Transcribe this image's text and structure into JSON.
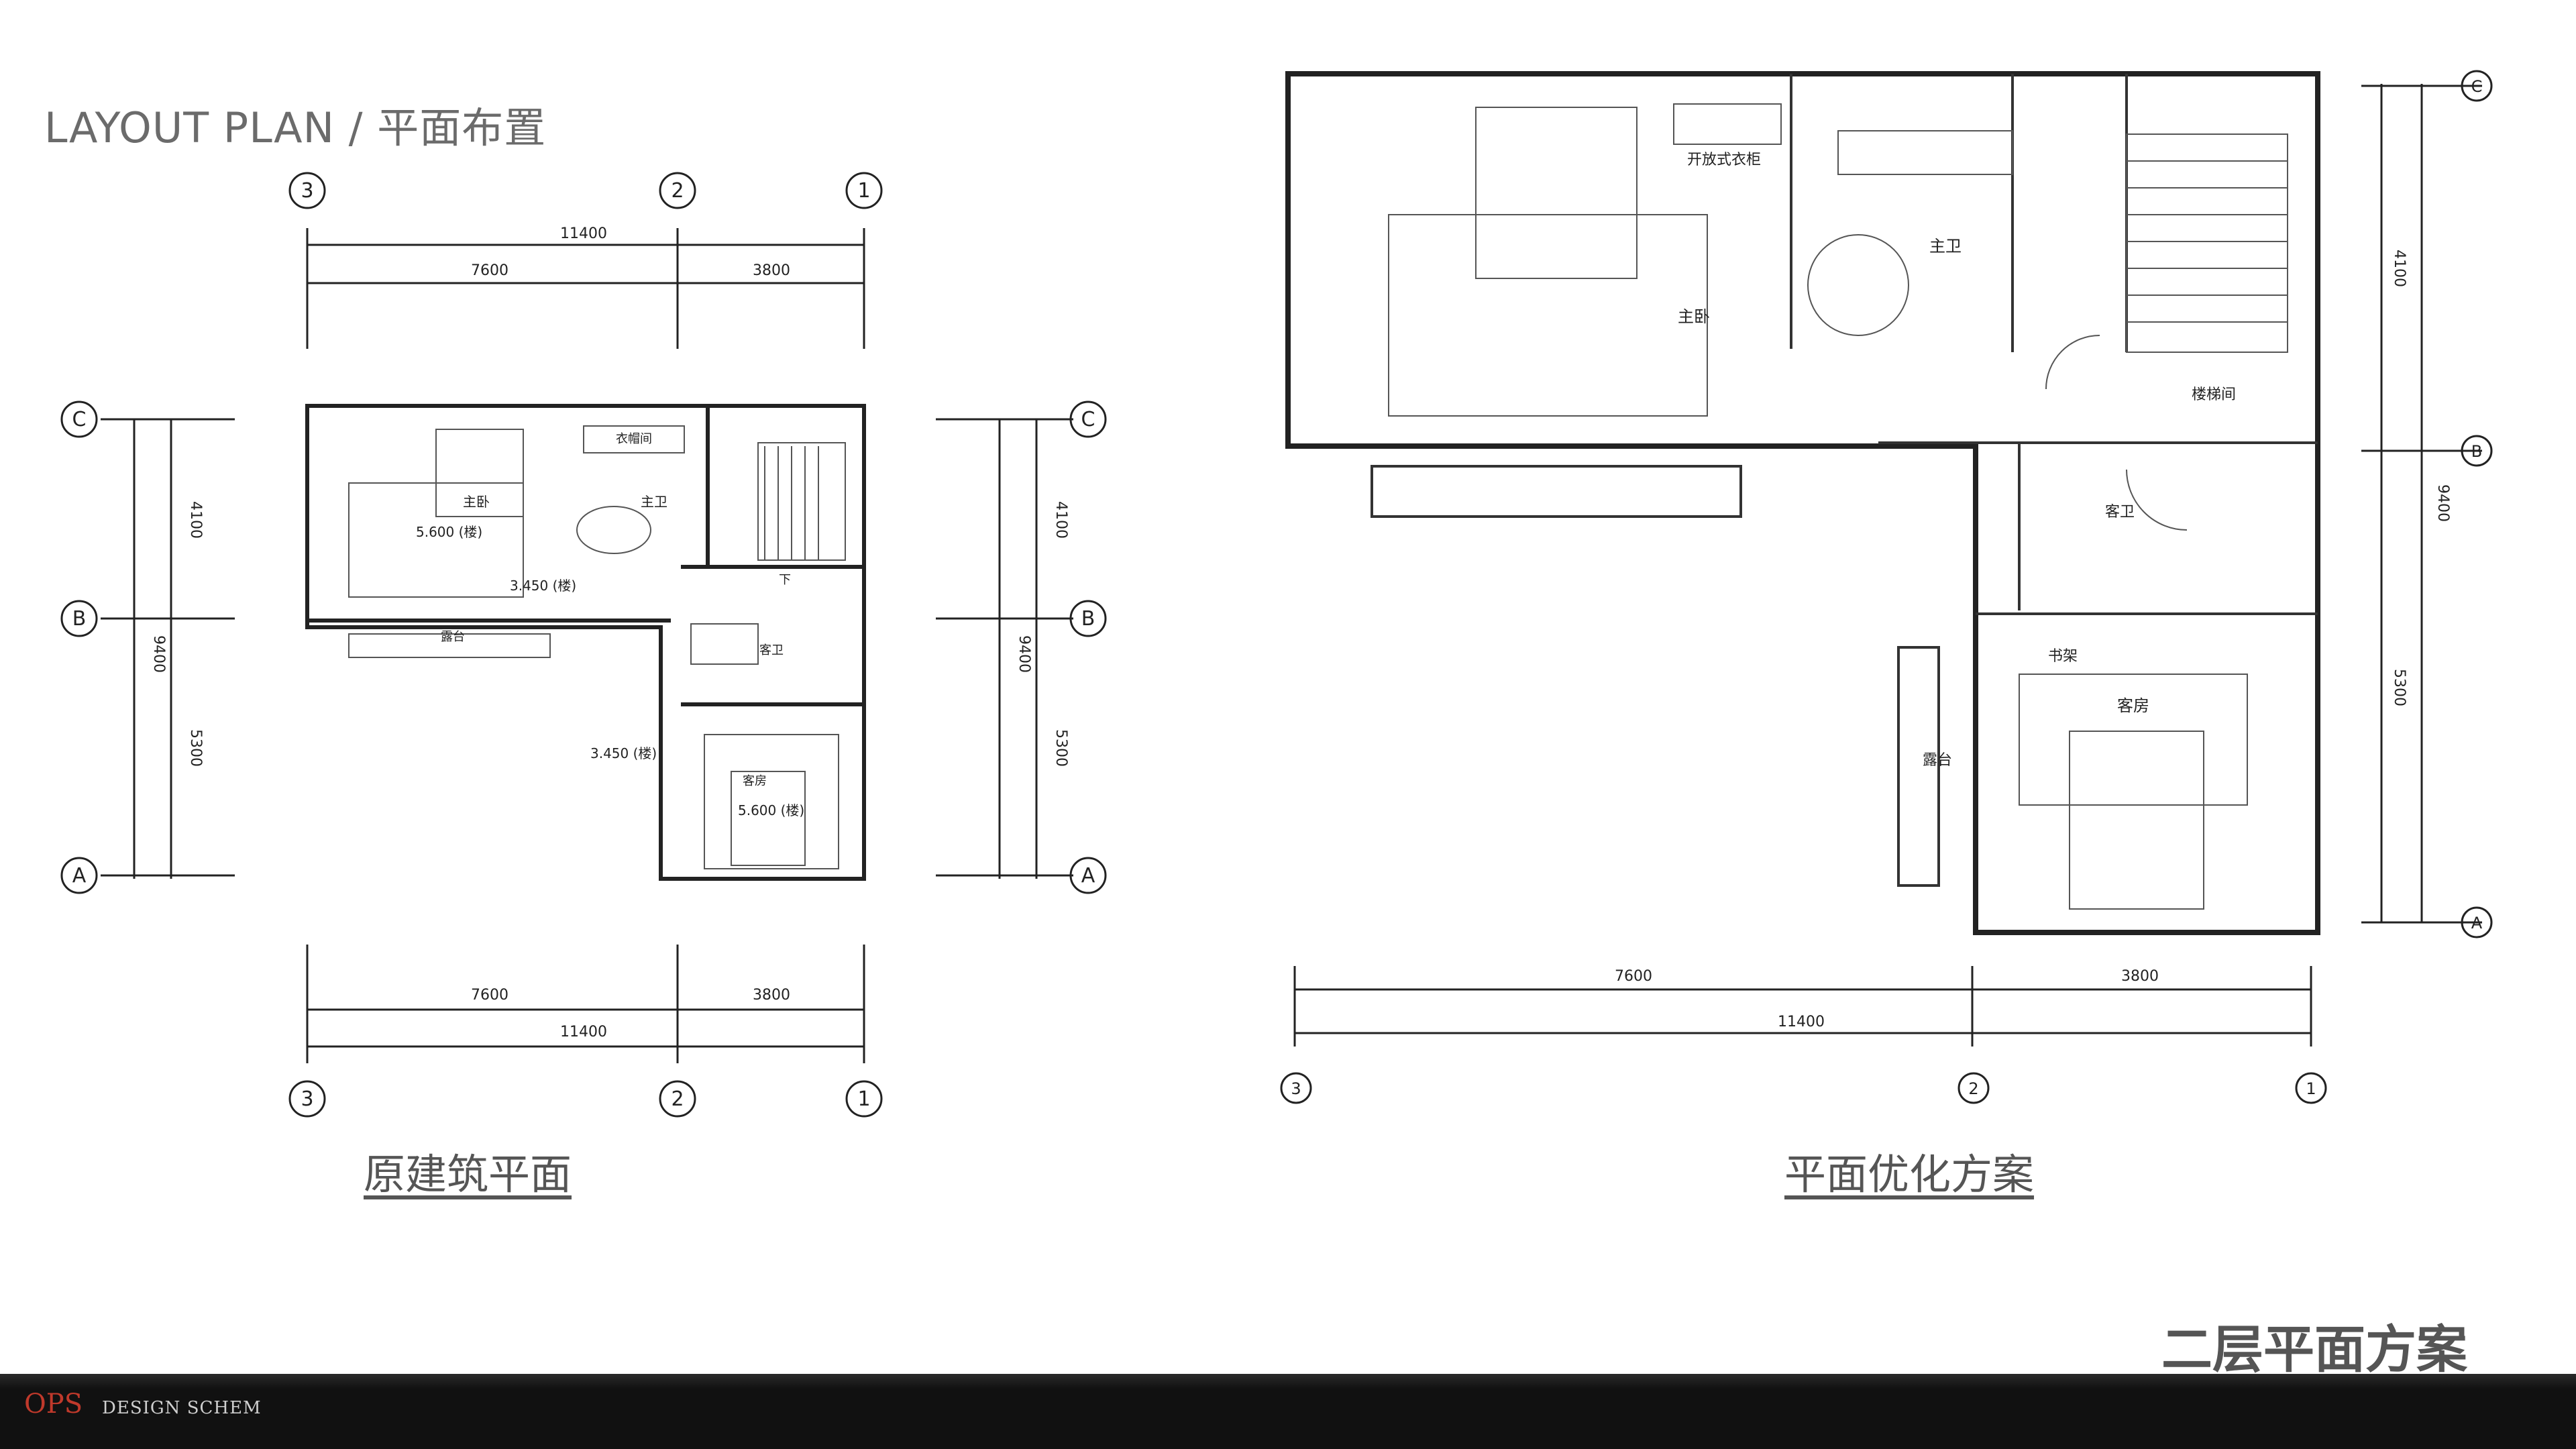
{
  "page": {
    "title": "LAYOUT PLAN / 平面布置",
    "subtitle": "二层平面方案",
    "footer_logo": "OPS",
    "footer_tagline": "DESIGN SCHEM"
  },
  "left_plan": {
    "caption": "原建筑平面",
    "grid_x": [
      "3",
      "2",
      "1"
    ],
    "grid_y": [
      "C",
      "B",
      "A"
    ],
    "dims_top": {
      "total": "11400",
      "a": "7600",
      "b": "3800"
    },
    "dims_bottom": {
      "total": "11400",
      "a": "7600",
      "b": "3800"
    },
    "dims_side": {
      "total": "9400",
      "a": "4100",
      "b": "5300"
    },
    "rooms": {
      "master": "主卧",
      "master_bath": "主卫",
      "closet": "衣帽间",
      "guest": "客房",
      "guest_bath": "客卫",
      "balcony": "露台",
      "stair": "下"
    },
    "levels": {
      "a": "5.600 (楼)",
      "b": "3.450 (楼)",
      "c": "3.450 (楼)",
      "d": "5.600 (楼)"
    }
  },
  "right_plan": {
    "caption": "平面优化方案",
    "grid_x": [
      "3",
      "2",
      "1"
    ],
    "grid_y": [
      "C",
      "B",
      "A"
    ],
    "dims_bottom": {
      "a": "7600",
      "b": "3800",
      "total": "11400"
    },
    "dims_side": {
      "a": "4100",
      "b": "5300",
      "total": "9400"
    },
    "rooms": {
      "master": "主卧",
      "master_bath": "主卫",
      "open_closet": "开放式衣柜",
      "stairwell": "楼梯间",
      "guest_bath": "客卫",
      "bookshelf": "书架",
      "guest": "客房",
      "terrace": "露台"
    }
  }
}
